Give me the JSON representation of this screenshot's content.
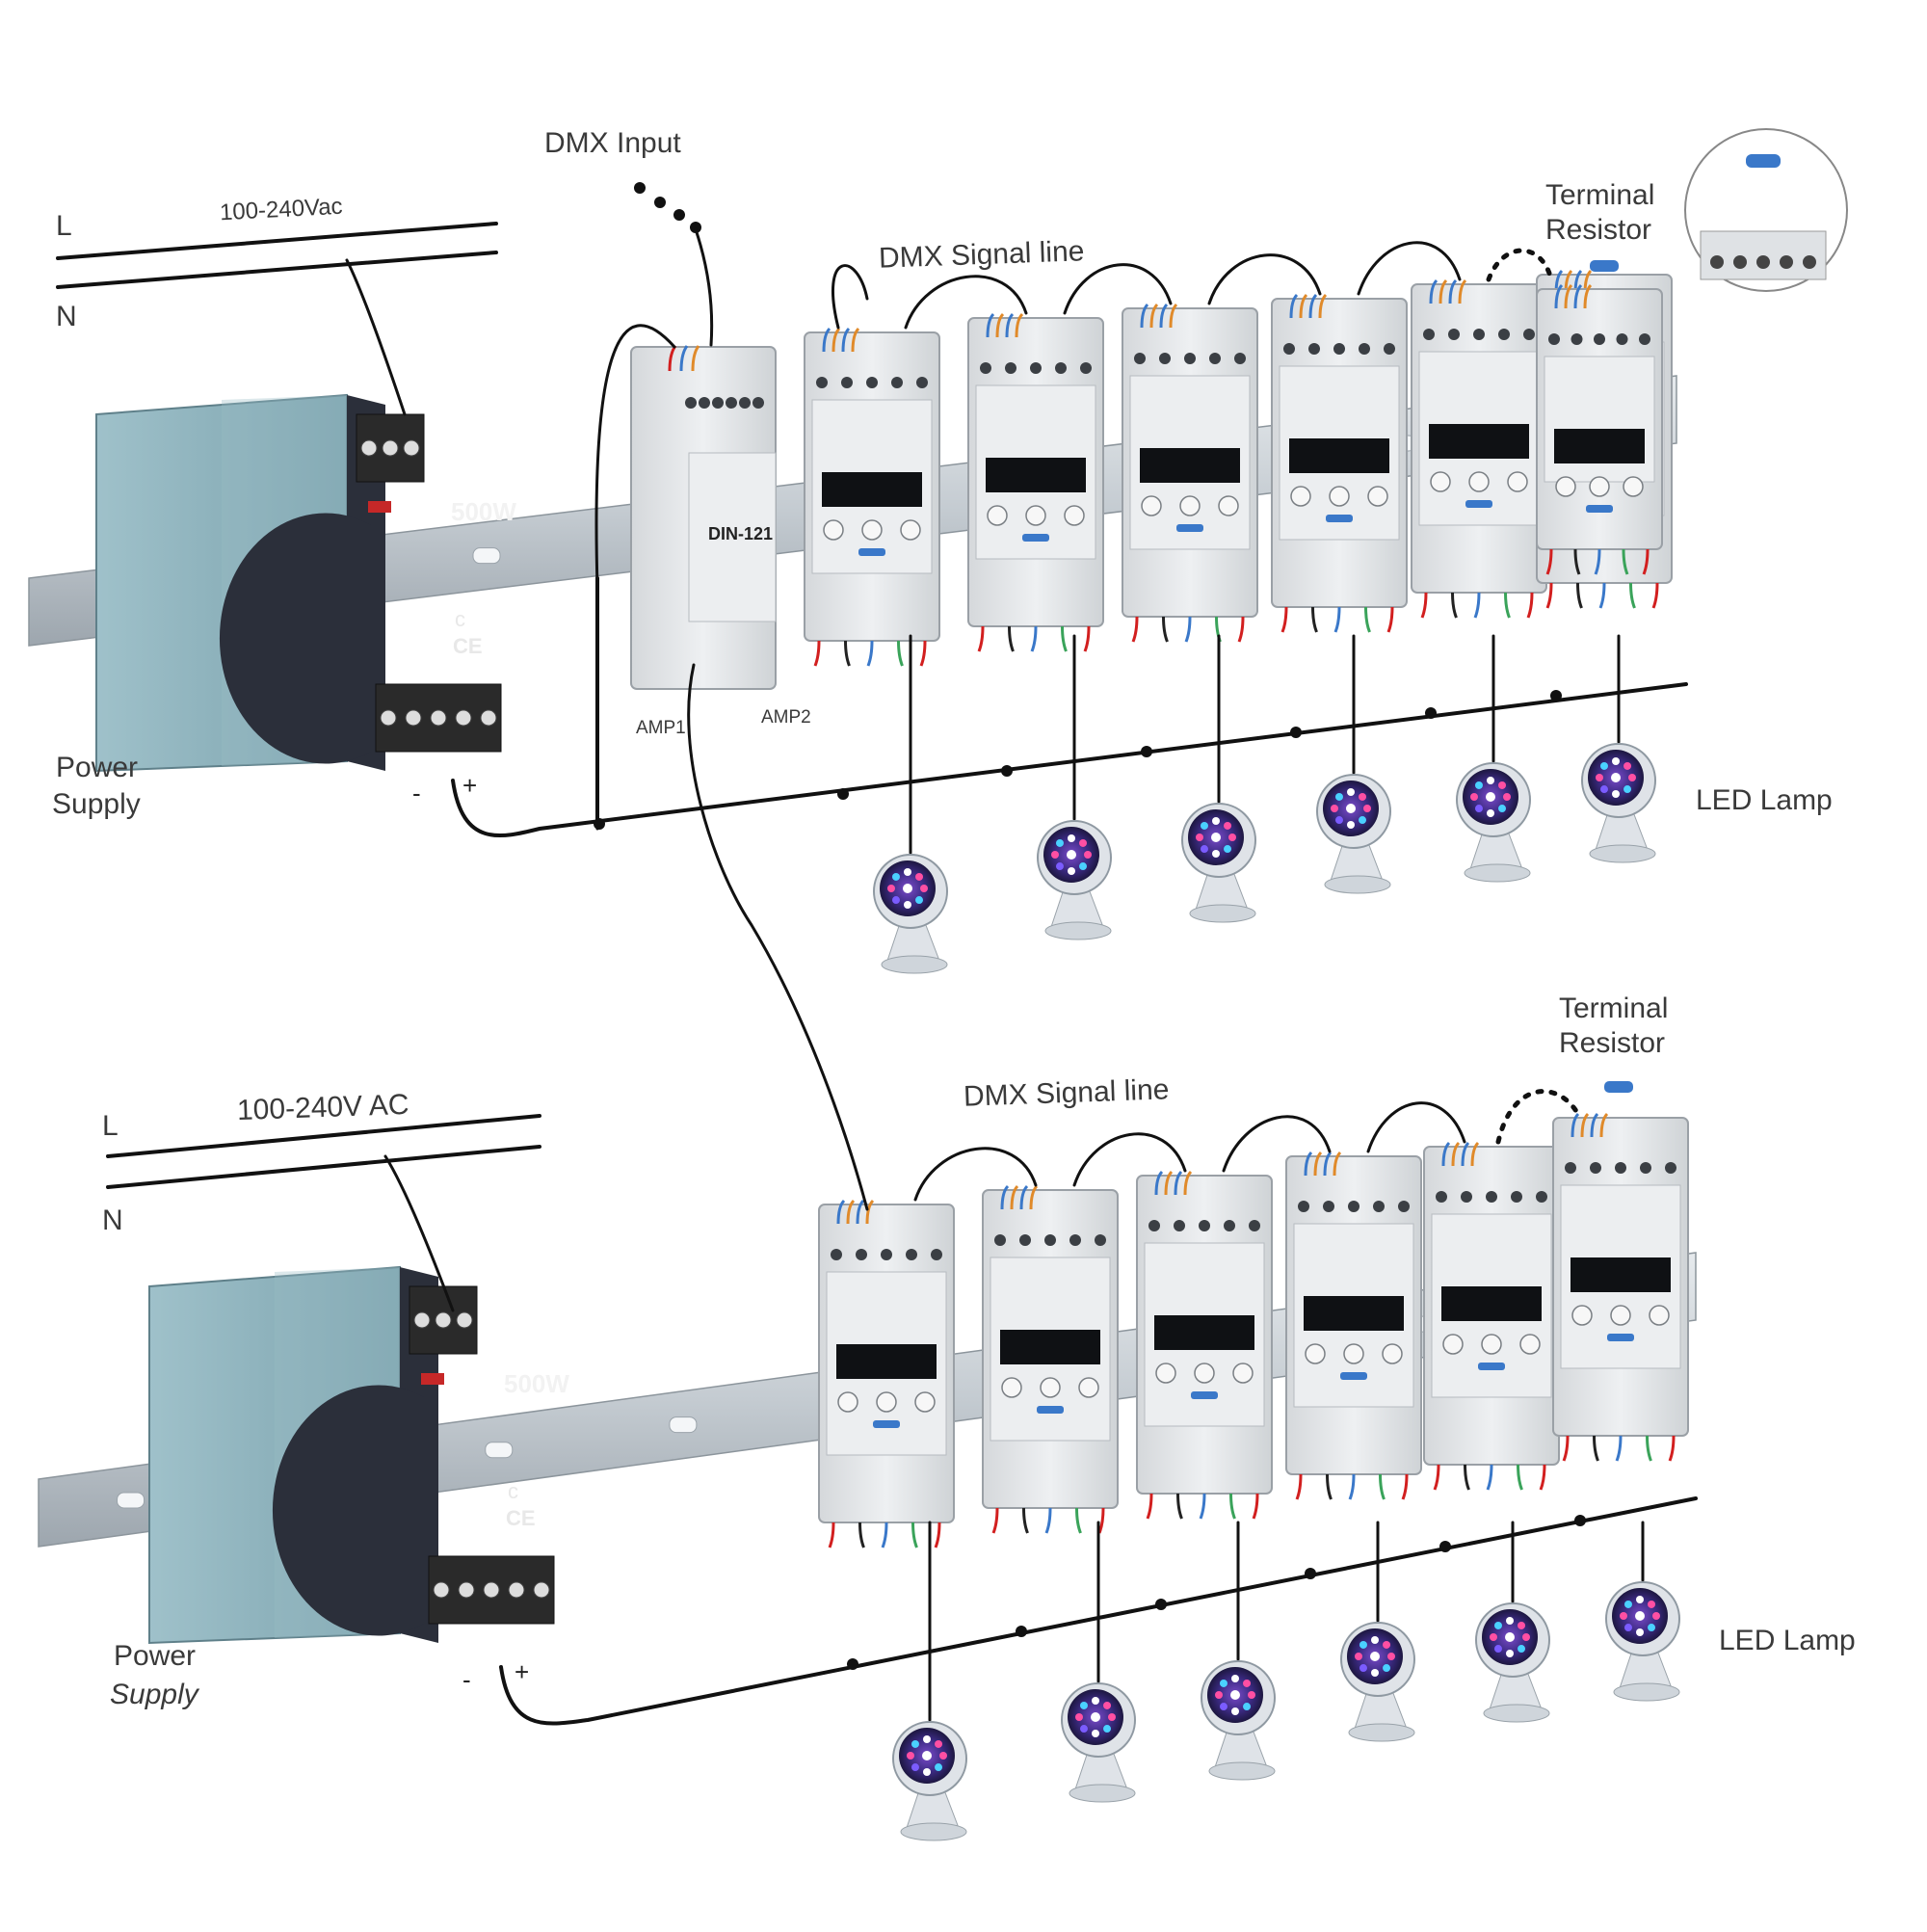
{
  "top_system": {
    "mains_line_l": "L",
    "mains_line_n": "N",
    "mains_voltage": "100-240Vac",
    "dmx_input": "DMX Input",
    "dmx_signal_line": "DMX Signal line",
    "terminal_resistor_line1": "Terminal",
    "terminal_resistor_line2": "Resistor",
    "psu_rating": "500W",
    "psu_label_line1": "Power",
    "psu_label_line2": "Supply",
    "psu_minus": "-",
    "psu_plus": "+",
    "amplifier_model": "DIN-121",
    "amp_output_1": "AMP1",
    "amp_output_2": "AMP2",
    "led_lamp": "LED Lamp",
    "decoder_count": 6,
    "lamp_count": 6
  },
  "bottom_system": {
    "mains_line_l": "L",
    "mains_line_n": "N",
    "mains_voltage": "100-240V  AC",
    "dmx_signal_line": "DMX Signal line",
    "terminal_resistor_line1": "Terminal",
    "terminal_resistor_line2": "Resistor",
    "psu_rating": "500W",
    "psu_label_line1": "Power",
    "psu_label_line2": "Supply",
    "psu_minus": "-",
    "psu_plus": "+",
    "led_lamp": "LED Lamp",
    "decoder_count": 6,
    "lamp_count": 6
  },
  "colors": {
    "psu_body": "#8fb3bd",
    "psu_panel": "#2b2f3a",
    "din_rail": "#c9cfd4",
    "decoder_body": "#e4e6e8",
    "wire": "#111111",
    "wire_red": "#d21f1f",
    "wire_blue": "#3a78c9",
    "wire_orange": "#e08a2a",
    "wire_green": "#3aa35a",
    "lamp_body": "#dfe3e8"
  }
}
